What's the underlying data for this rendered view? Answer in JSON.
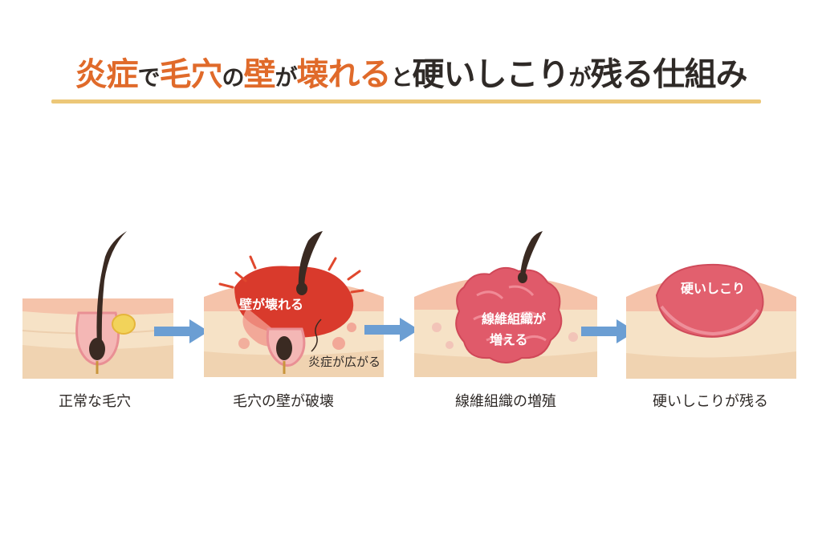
{
  "title": {
    "parts": [
      "炎症",
      "で",
      "毛穴",
      "の",
      "壁",
      "が",
      "壊れる",
      "と",
      "硬いしこり",
      "が",
      "残る仕組み"
    ]
  },
  "panels": [
    {
      "caption": "正常な毛穴"
    },
    {
      "caption": "毛穴の壁が破壊",
      "label": "壁が壊れる",
      "note": "炎症が広がる"
    },
    {
      "caption": "線維組織の増殖",
      "label_line1": "線維組織が",
      "label_line2": "増える"
    },
    {
      "caption": "硬いしこりが残る",
      "label": "硬いしこり"
    }
  ],
  "colors": {
    "accent": "#e06a2a",
    "underline": "#ecc778",
    "arrow": "#6b9ed3",
    "skin": "#f6e2c6",
    "skin_top": "#f5c3aa",
    "inflammation": "#d93a2c",
    "fibrous": "#e05a6a",
    "lump": "#e2606e"
  }
}
